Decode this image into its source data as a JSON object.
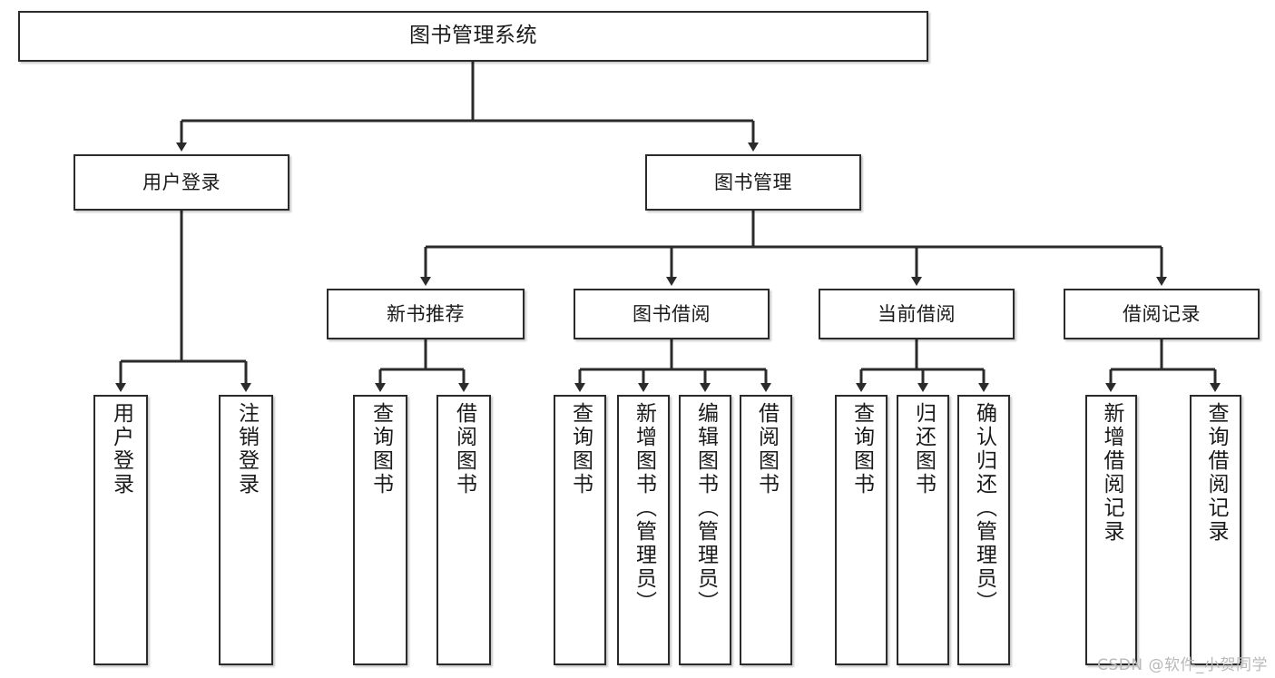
{
  "diagram": {
    "type": "tree",
    "title": "图书管理系统",
    "orientation": "top-down",
    "edge_style": "orthogonal-arrow",
    "colors": {
      "box_border": "#2b2b2b",
      "box_fill": "#ffffff",
      "line": "#2b2b2b",
      "text": "#1a1a1a",
      "watermark": "#b9b9b9",
      "background": "#ffffff"
    }
  },
  "root": {
    "label": "图书管理系统"
  },
  "level2": [
    {
      "label": "用户登录"
    },
    {
      "label": "图书管理"
    }
  ],
  "level3": [
    {
      "label": "新书推荐"
    },
    {
      "label": "图书借阅"
    },
    {
      "label": "当前借阅"
    },
    {
      "label": "借阅记录"
    }
  ],
  "leaves": {
    "user_login": [
      {
        "label": "用户登录"
      },
      {
        "label": "注销登录"
      }
    ],
    "new_book": [
      {
        "label": "查询图书"
      },
      {
        "label": "借阅图书"
      }
    ],
    "book_borrow": [
      {
        "label": "查询图书"
      },
      {
        "label": "新增图书（管理员）"
      },
      {
        "label": "编辑图书（管理员）"
      },
      {
        "label": "借阅图书"
      }
    ],
    "current_borrow": [
      {
        "label": "查询图书"
      },
      {
        "label": "归还图书"
      },
      {
        "label": "确认归还（管理员）"
      }
    ],
    "borrow_record": [
      {
        "label": "新增借阅记录"
      },
      {
        "label": "查询借阅记录"
      }
    ]
  },
  "watermark": {
    "text": "CSDN @软件_小贺同学"
  }
}
